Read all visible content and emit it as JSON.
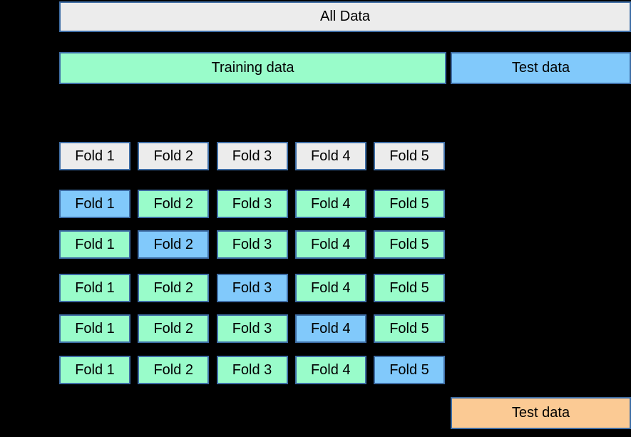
{
  "bars": {
    "all_data": "All Data",
    "training": "Training data",
    "test": "Test data",
    "final_test": "Test data"
  },
  "cv": {
    "rows": [
      {
        "kind": "fold-header",
        "folds": [
          {
            "label": "Fold 1",
            "state": "neutral"
          },
          {
            "label": "Fold 2",
            "state": "neutral"
          },
          {
            "label": "Fold 3",
            "state": "neutral"
          },
          {
            "label": "Fold 4",
            "state": "neutral"
          },
          {
            "label": "Fold 5",
            "state": "neutral"
          }
        ]
      },
      {
        "kind": "split",
        "validation_fold": "Fold 1",
        "folds": [
          {
            "label": "Fold 1",
            "state": "validation"
          },
          {
            "label": "Fold 2",
            "state": "training"
          },
          {
            "label": "Fold 3",
            "state": "training"
          },
          {
            "label": "Fold 4",
            "state": "training"
          },
          {
            "label": "Fold 5",
            "state": "training"
          }
        ]
      },
      {
        "kind": "split",
        "validation_fold": "Fold 2",
        "folds": [
          {
            "label": "Fold 1",
            "state": "training"
          },
          {
            "label": "Fold 2",
            "state": "validation"
          },
          {
            "label": "Fold 3",
            "state": "training"
          },
          {
            "label": "Fold 4",
            "state": "training"
          },
          {
            "label": "Fold 5",
            "state": "training"
          }
        ]
      },
      {
        "kind": "split",
        "validation_fold": "Fold 3",
        "folds": [
          {
            "label": "Fold 1",
            "state": "training"
          },
          {
            "label": "Fold 2",
            "state": "training"
          },
          {
            "label": "Fold 3",
            "state": "validation"
          },
          {
            "label": "Fold 4",
            "state": "training"
          },
          {
            "label": "Fold 5",
            "state": "training"
          }
        ]
      },
      {
        "kind": "split",
        "validation_fold": "Fold 4",
        "folds": [
          {
            "label": "Fold 1",
            "state": "training"
          },
          {
            "label": "Fold 2",
            "state": "training"
          },
          {
            "label": "Fold 3",
            "state": "training"
          },
          {
            "label": "Fold 4",
            "state": "validation"
          },
          {
            "label": "Fold 5",
            "state": "training"
          }
        ]
      },
      {
        "kind": "split",
        "validation_fold": "Fold 5",
        "folds": [
          {
            "label": "Fold 1",
            "state": "training"
          },
          {
            "label": "Fold 2",
            "state": "training"
          },
          {
            "label": "Fold 3",
            "state": "training"
          },
          {
            "label": "Fold 4",
            "state": "training"
          },
          {
            "label": "Fold 5",
            "state": "validation"
          }
        ]
      }
    ]
  },
  "colors": {
    "background": "#000000",
    "neutral_fill": "#ECECEC",
    "training_fill": "#99FCCA",
    "validation_fill": "#81C9FB",
    "final_test_fill": "#FBCA94",
    "box_border": "#3E6DA5",
    "text": "#000000"
  }
}
